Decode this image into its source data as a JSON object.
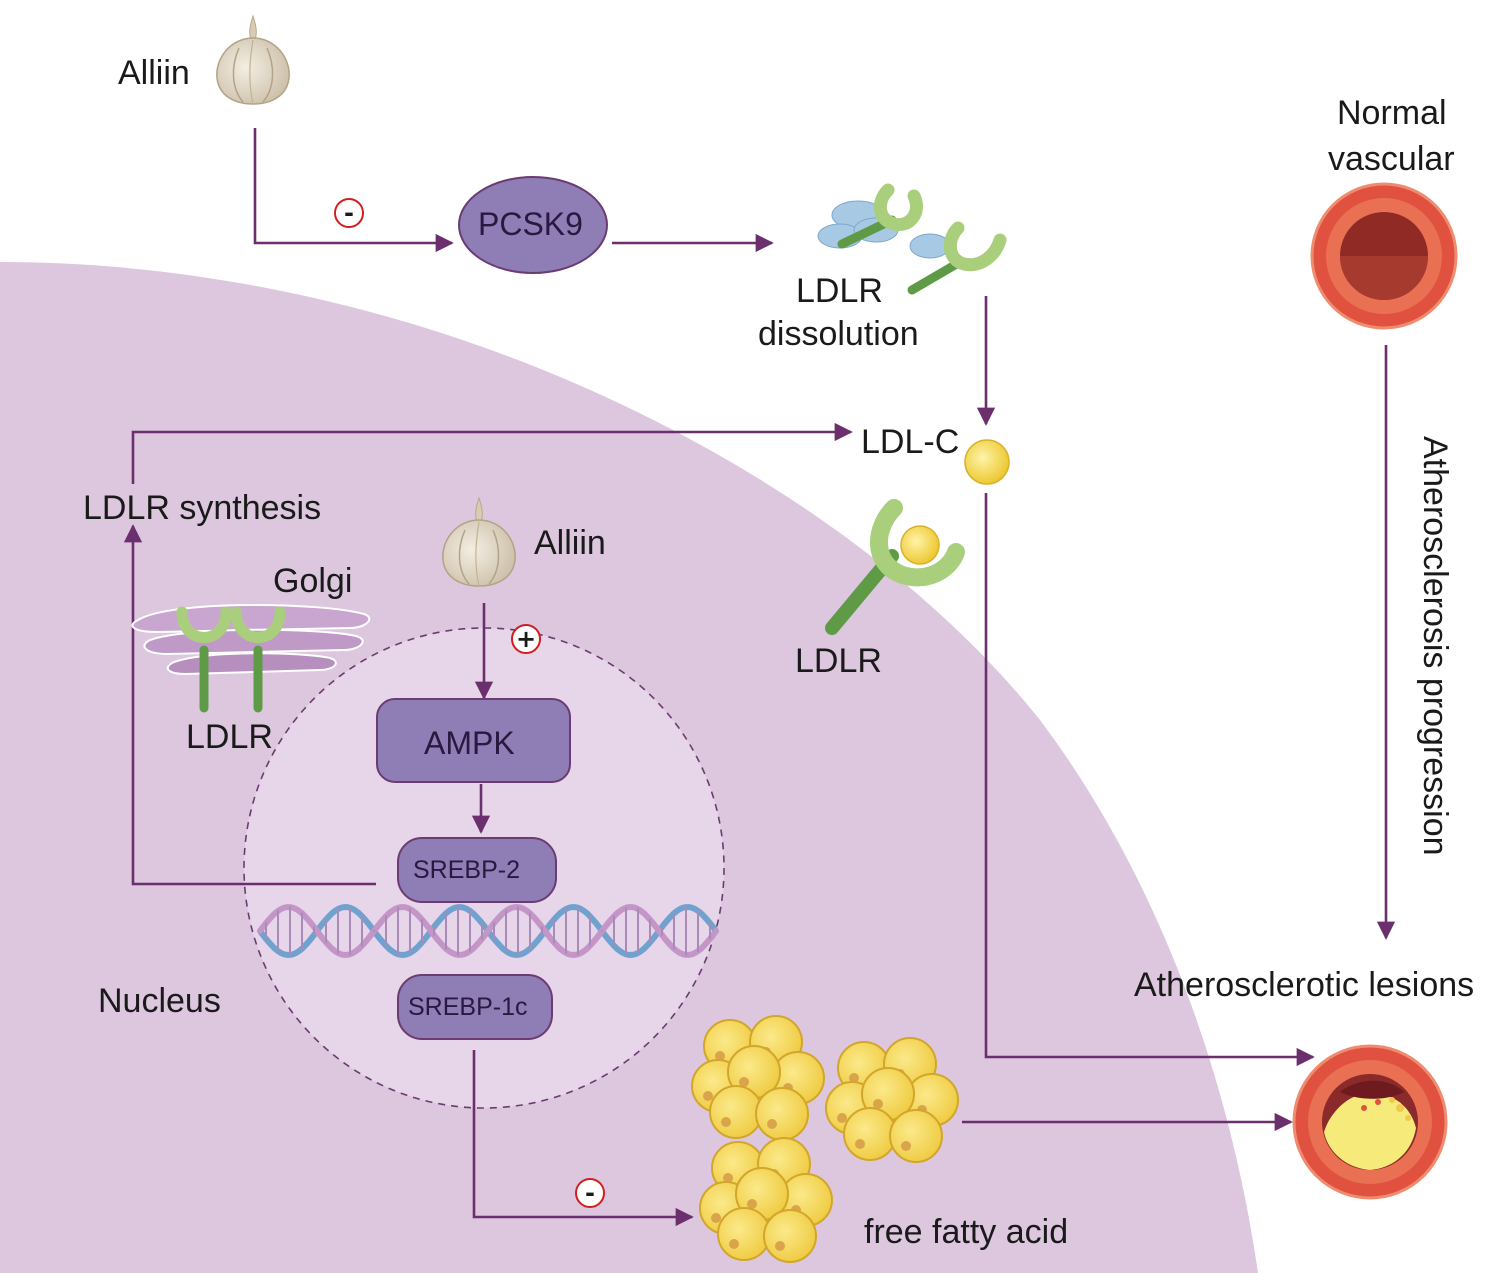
{
  "labels": {
    "alliin_top": "Alliin",
    "alliin_mid": "Alliin",
    "pcsk9": "PCSK9",
    "ldlr_dissolution_1": "LDLR",
    "ldlr_dissolution_2": "dissolution",
    "ldl_c": "LDL-C",
    "ldlr_synthesis": "LDLR synthesis",
    "golgi": "Golgi",
    "ldlr_golgi": "LDLR",
    "ldlr_membrane": "LDLR",
    "ampk": "AMPK",
    "srebp2": "SREBP-2",
    "srebp1c": "SREBP-1c",
    "nucleus": "Nucleus",
    "free_fatty_acid": "free fatty acid",
    "normal_vascular_1": "Normal",
    "normal_vascular_2": "vascular",
    "atherosclerosis_progression": "Atherosclerosis progression",
    "atherosclerotic_lesions": "Atherosclerotic lesions"
  },
  "signs": {
    "inhibit_pcsk9": "-",
    "activate_ampk": "+",
    "inhibit_ffa": "-"
  },
  "icons": [
    "garlic-icon",
    "ldl-particle-icon",
    "ldl-receptor-icon",
    "golgi-icon",
    "dna-helix-icon",
    "lipid-droplet-cluster-icon",
    "normal-vessel-icon",
    "lesion-vessel-icon"
  ],
  "colors": {
    "cell": "#dcc7de",
    "nucleus": "#e7d5e9",
    "box_fill": "#8f7db6",
    "box_stroke": "#6b3c72",
    "arrow": "#6b2f6d",
    "sign_ring": "#d21e1e",
    "receptor_green": "#6aa84f",
    "receptor_light": "#a9cf7c",
    "ldl_yellow": "#f5d43e",
    "vessel_red": "#e0523f"
  }
}
